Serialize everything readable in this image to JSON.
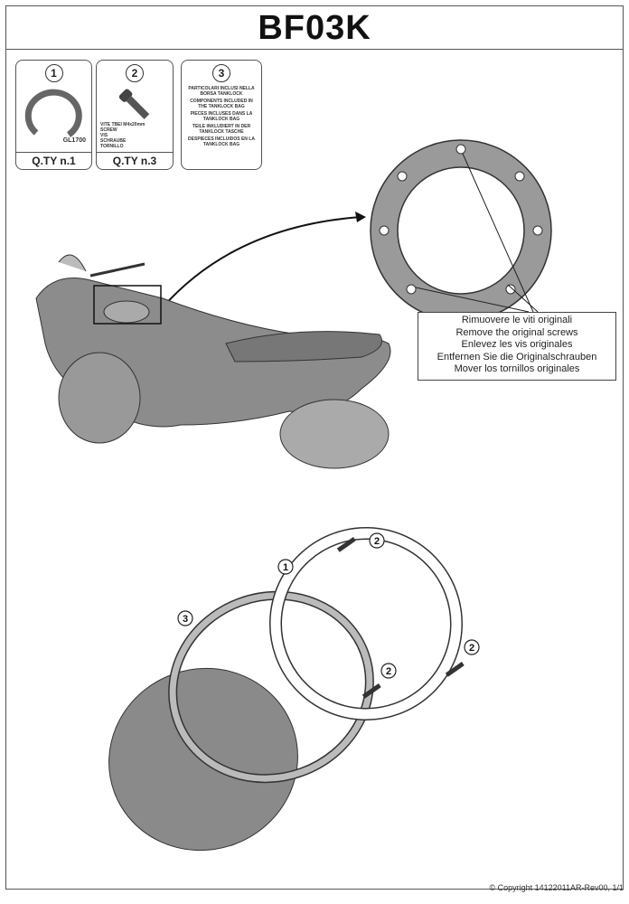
{
  "header": {
    "title": "BF03K"
  },
  "parts": [
    {
      "number": "1",
      "code": "GL1700",
      "qty": "Q.TY n.1"
    },
    {
      "number": "2",
      "desc": [
        "VITE TBEI M4x20mm",
        "SCREW",
        "VIS",
        "SCHRAUBE",
        "TORNILLO"
      ],
      "qty": "Q.TY n.3"
    },
    {
      "number": "3",
      "desc": [
        "PARTICOLARI INCLUSI NELLA BORSA TANKLOCK",
        "COMPONENTS INCLUDED IN THE TANKLOCK BAG",
        "PIECES INCLUSES DANS LA TANKLOCK BAG",
        "TEILE INKLUDIERT IN DER TANKLOCK TASCHE",
        "DESPIECES INCLUIDOS EN LA TANKLOCK BAG"
      ]
    }
  ],
  "callout": {
    "lines": [
      "Rimuovere le viti originali",
      "Remove the original screws",
      "Enlevez  les vis originales",
      "Entfernen Sie die Originalschrauben",
      "Mover los tornillos originales"
    ]
  },
  "diagram_labels": [
    "1",
    "2",
    "2",
    "2",
    "3"
  ],
  "footer": {
    "copyright": "© Copyright 14122011AR-Rev00, 1/1"
  }
}
